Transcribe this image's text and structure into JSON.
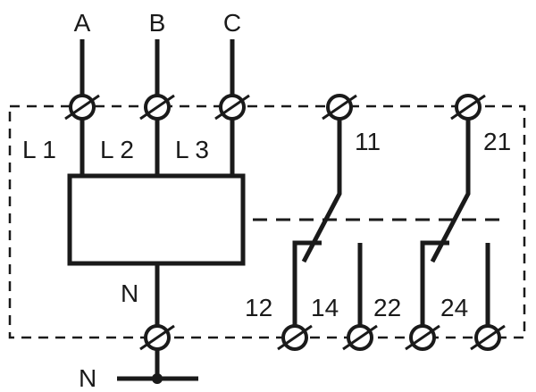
{
  "phase_inputs": [
    "A",
    "B",
    "C"
  ],
  "phase_terminal_labels": [
    "L 1",
    "L 2",
    "L 3"
  ],
  "neutral_labels": {
    "internal": "N",
    "external": "N"
  },
  "contact_group_1": {
    "common": "11",
    "nc": "12",
    "no": "14"
  },
  "contact_group_2": {
    "common": "21",
    "nc": "22",
    "no": "24"
  },
  "colors": {
    "ink": "#1a1a1a",
    "background": "#ffffff"
  }
}
